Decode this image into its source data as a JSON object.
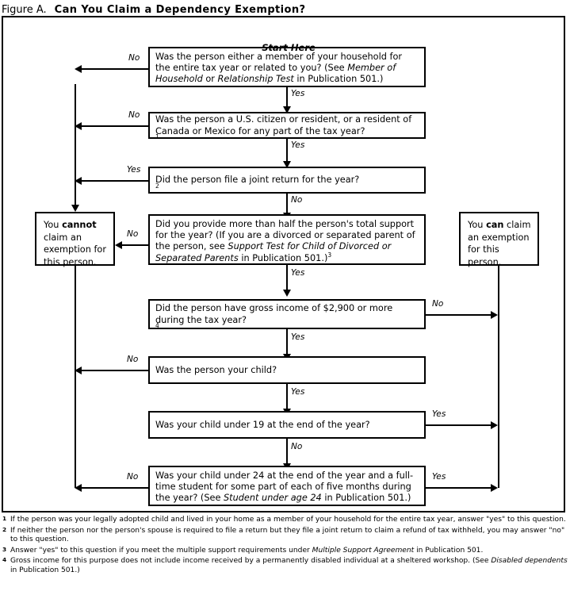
{
  "title": {
    "label": "Figure A.",
    "name": "Can You Claim a Dependency Exemption?"
  },
  "start_caption": "Start Here",
  "nodes": {
    "q1": {
      "id": "household-relationship-test",
      "text_html": "Was the person either a member of your household for the entire tax year or related to you? (See <i>Member of Household</i> or <i>Relationship Test</i> in Publication 501.)",
      "text": "Was the person either a member of your household for the entire tax year or related to you? (See Member of Household or Relationship Test in Publication 501.)"
    },
    "q2": {
      "id": "citizen-or-resident-test",
      "text_html": "Was the person a U.S. citizen or resident, or a resident of Canada or Mexico for any part of the tax year?<sup>1</sup>",
      "text": "Was the person a U.S. citizen or resident, or a resident of Canada or Mexico for any part of the tax year?1"
    },
    "q3": {
      "id": "joint-return-test",
      "text_html": "Did the person file a joint return for the year?<sup>2</sup>",
      "text": "Did the person file a joint return for the year?2"
    },
    "q4": {
      "id": "support-test",
      "text_html": "Did you provide more than half the person's total support for the year? (If you are a divorced or separated parent of the person, see <i>Support Test for Child of Divorced or Separated Parents</i> in Publication 501.)<sup>3</sup>",
      "text": "Did you provide more than half the person's total support for the year? (If you are a divorced or separated parent of the person, see Support Test for Child of Divorced or Separated Parents in Publication 501.)3"
    },
    "q5": {
      "id": "gross-income-test",
      "text_html": "Did the person have gross income of $2,900 or more during the tax year?<sup>4</sup>",
      "text": "Did the person have gross income of $2,900 or more during the tax year?4"
    },
    "q6": {
      "id": "was-person-your-child",
      "text_html": "Was the person your child?",
      "text": "Was the person your child?"
    },
    "q7": {
      "id": "child-under-19",
      "text_html": "Was your child under 19 at the end of the year?",
      "text": "Was your child under 19 at the end of the year?"
    },
    "q8": {
      "id": "child-under-24-student",
      "text_html": "Was your child under 24 at the end of the year and a full-time student for some part of each of five months during the year? (See <i>Student under age 24</i> in Publication 501.)",
      "text": "Was your child under 24 at the end of the year and a full-time student for some part of each of five months during the year? (See Student under age 24 in Publication 501.)"
    },
    "cannot": {
      "id": "cannot-claim-outcome",
      "text_html": "You <b>cannot</b> claim an exemption for this person.",
      "text": "You cannot claim an exemption for this person."
    },
    "can": {
      "id": "can-claim-outcome",
      "text_html": "You <b>can</b> claim an exemption for this person.",
      "text": "You can claim an exemption for this person."
    }
  },
  "edge_labels": {
    "q1_no": "No",
    "q1_yes": "Yes",
    "q2_no": "No",
    "q2_yes": "Yes",
    "q3_yes": "Yes",
    "q3_no": "No",
    "q4_no": "No",
    "q4_yes": "Yes",
    "q5_no": "No",
    "q5_yes": "Yes",
    "q6_no": "No",
    "q6_yes": "Yes",
    "q7_yes": "Yes",
    "q7_no": "No",
    "q8_no": "No",
    "q8_yes": "Yes"
  },
  "footnotes": [
    {
      "marker": "1",
      "text_html": "If the person was your legally adopted child and lived in your home as a member of your household for the entire tax year, answer \"yes\" to this question.",
      "text": "If the person was your legally adopted child and lived in your home as a member of your household for the entire tax year, answer \"yes\" to this question."
    },
    {
      "marker": "2",
      "text_html": "If neither the person nor the person's spouse is required to file a return but they file a joint return to claim a refund of tax withheld, you may answer \"no\" to this question.",
      "text": "If neither the person nor the person's spouse is required to file a return but they file a joint return to claim a refund of tax withheld, you may answer \"no\" to this question."
    },
    {
      "marker": "3",
      "text_html": "Answer \"yes\" to this question if you meet the multiple support requirements under <i>Multiple Support Agreement</i> in Publication 501.",
      "text": "Answer \"yes\" to this question if you meet the multiple support requirements under Multiple Support Agreement in Publication 501."
    },
    {
      "marker": "4",
      "text_html": "Gross income for this purpose does not include income received by a permanently disabled individual at a sheltered workshop. (See <i>Disabled dependents</i> in Publication 501.)",
      "text": "Gross income for this purpose does not include income received by a permanently disabled individual at a sheltered workshop. (See Disabled dependents in Publication 501.)"
    }
  ],
  "colors": {
    "ink": "#000000",
    "paper": "#ffffff"
  }
}
